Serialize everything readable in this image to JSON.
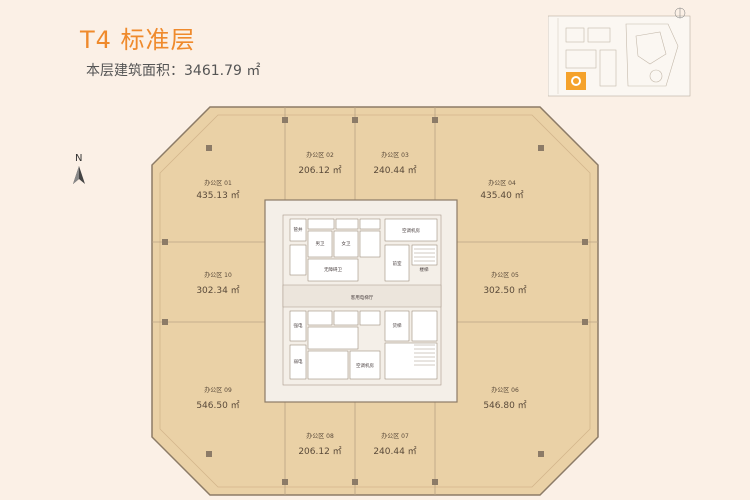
{
  "header": {
    "title": "T4 标准层",
    "area_text": "本层建筑面积：3461.79 ㎡"
  },
  "compass": {
    "label": "N"
  },
  "zones": [
    {
      "id": "01",
      "name": "办公区 01",
      "area": "435.13 ㎡"
    },
    {
      "id": "02",
      "name": "办公区 02",
      "area": "206.12 ㎡"
    },
    {
      "id": "03",
      "name": "办公区 03",
      "area": "240.44 ㎡"
    },
    {
      "id": "04",
      "name": "办公区 04",
      "area": "435.40 ㎡"
    },
    {
      "id": "05",
      "name": "办公区 05",
      "area": "302.50 ㎡"
    },
    {
      "id": "06",
      "name": "办公区 06",
      "area": "546.80 ㎡"
    },
    {
      "id": "07",
      "name": "办公区 07",
      "area": "240.44 ㎡"
    },
    {
      "id": "08",
      "name": "办公区 08",
      "area": "206.12 ㎡"
    },
    {
      "id": "09",
      "name": "办公区 09",
      "area": "546.50 ㎡"
    },
    {
      "id": "10",
      "name": "办公区 10",
      "area": "302.34 ㎡"
    }
  ],
  "core": {
    "lobby": "客用电梯厅",
    "labels": [
      "管井",
      "男卫",
      "女卫",
      "无障碍卫",
      "空调机房",
      "前室",
      "楼梯",
      "强电",
      "弱电",
      "货梯"
    ]
  },
  "colors": {
    "accent": "#ef8a2c",
    "floor": "#ead1a6",
    "core": "#f4efe8",
    "wall": "#8c7b67",
    "highlight": "#f5a22b"
  }
}
